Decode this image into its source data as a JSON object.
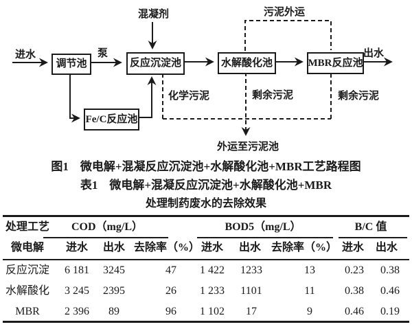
{
  "figure": {
    "boxes": {
      "regulating_tank": "调节池",
      "reaction_sedimentation_tank": "反应沉淀池",
      "fe_c_reactor": "Fe/C反应池",
      "hydrolysis_acidification_tank": "水解酸化池",
      "mbr_reactor": "MBR反应池"
    },
    "labels": {
      "inflow": "进水",
      "pump": "泵",
      "coagulant": "混凝剂",
      "sludge_outbound": "污泥外运",
      "outflow": "出水",
      "chemical_sludge": "化学污泥",
      "excess_sludge_left": "剩余污泥",
      "excess_sludge_right": "剩余污泥",
      "to_sludge_pool": "外运至污泥池"
    },
    "caption": "图1　微电解+混凝反应沉淀池+水解酸化池+MBR工艺路程图"
  },
  "table": {
    "caption_line1": "表1　微电解+混凝反应沉淀池+水解酸化池+MBR",
    "caption_line2": "处理制药废水的去除效果",
    "group_headers": [
      "处理工艺",
      "COD（mg/L）",
      "BOD5（mg/L）",
      "B/C 值"
    ],
    "sub_headers": [
      "微电解",
      "进水",
      "出水",
      "去除率（%）",
      "进水",
      "出水",
      "去除率（%）",
      "进水",
      "出水"
    ],
    "rows": [
      [
        "反应沉淀",
        "6 181",
        "3245",
        "47",
        "1 422",
        "1233",
        "13",
        "0.23",
        "0.38"
      ],
      [
        "水解酸化",
        "3 245",
        "2395",
        "26",
        "1 233",
        "1101",
        "11",
        "0.38",
        "0.46"
      ],
      [
        "MBR",
        "2 396",
        "89",
        "96",
        "1 102",
        "17",
        "9",
        "0.46",
        "0.19"
      ]
    ],
    "colors": {
      "ink": "#1a1a1a",
      "background": "#ffffff"
    }
  }
}
